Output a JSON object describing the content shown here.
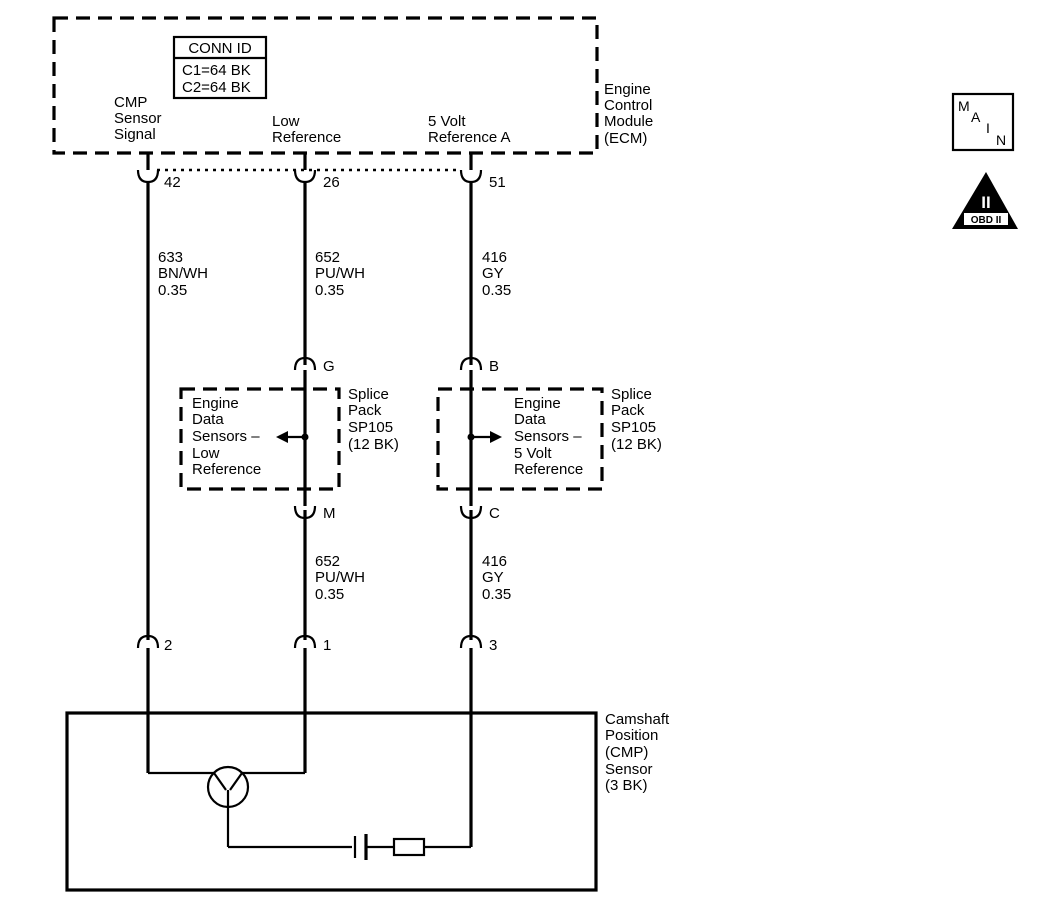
{
  "ecm": {
    "conn_title": "CONN ID",
    "conn_c1": "C1=64 BK",
    "conn_c2": "C2=64 BK",
    "name_lines": [
      "Engine",
      "Control",
      "Module",
      "(ECM)"
    ],
    "pin_labels": {
      "cmp_signal": [
        "CMP",
        "Sensor",
        "Signal"
      ],
      "low_ref": [
        "Low",
        "Reference"
      ],
      "five_volt": [
        "5 Volt",
        "Reference A"
      ]
    },
    "pins": {
      "cmp_signal": "42",
      "low_ref": "26",
      "five_volt": "51"
    }
  },
  "wires": {
    "upper_left": [
      "633",
      "BN/WH",
      "0.35"
    ],
    "upper_mid": [
      "652",
      "PU/WH",
      "0.35"
    ],
    "upper_right": [
      "416",
      "GY",
      "0.35"
    ],
    "lower_mid": [
      "652",
      "PU/WH",
      "0.35"
    ],
    "lower_right": [
      "416",
      "GY",
      "0.35"
    ]
  },
  "splice_low": {
    "top_pin": "G",
    "bottom_pin": "M",
    "desc_lines": [
      "Engine",
      "Data",
      "Sensors –",
      "Low",
      "Reference"
    ],
    "pack_lines": [
      "Splice",
      "Pack",
      "SP105",
      "(12 BK)"
    ]
  },
  "splice_5v": {
    "top_pin": "B",
    "bottom_pin": "C",
    "desc_lines": [
      "Engine",
      "Data",
      "Sensors –",
      "5 Volt",
      "Reference"
    ],
    "pack_lines": [
      "Splice",
      "Pack",
      "SP105",
      "(12 BK)"
    ]
  },
  "sensor": {
    "pins": {
      "signal": "2",
      "low": "1",
      "five_volt": "3"
    },
    "name_lines": [
      "Camshaft",
      "Position",
      "(CMP)",
      "Sensor",
      "(3 BK)"
    ]
  },
  "badges": {
    "main_letters": [
      "M",
      "A",
      "I",
      "N"
    ],
    "obd_numeral": "II",
    "obd_text": "OBD II"
  }
}
